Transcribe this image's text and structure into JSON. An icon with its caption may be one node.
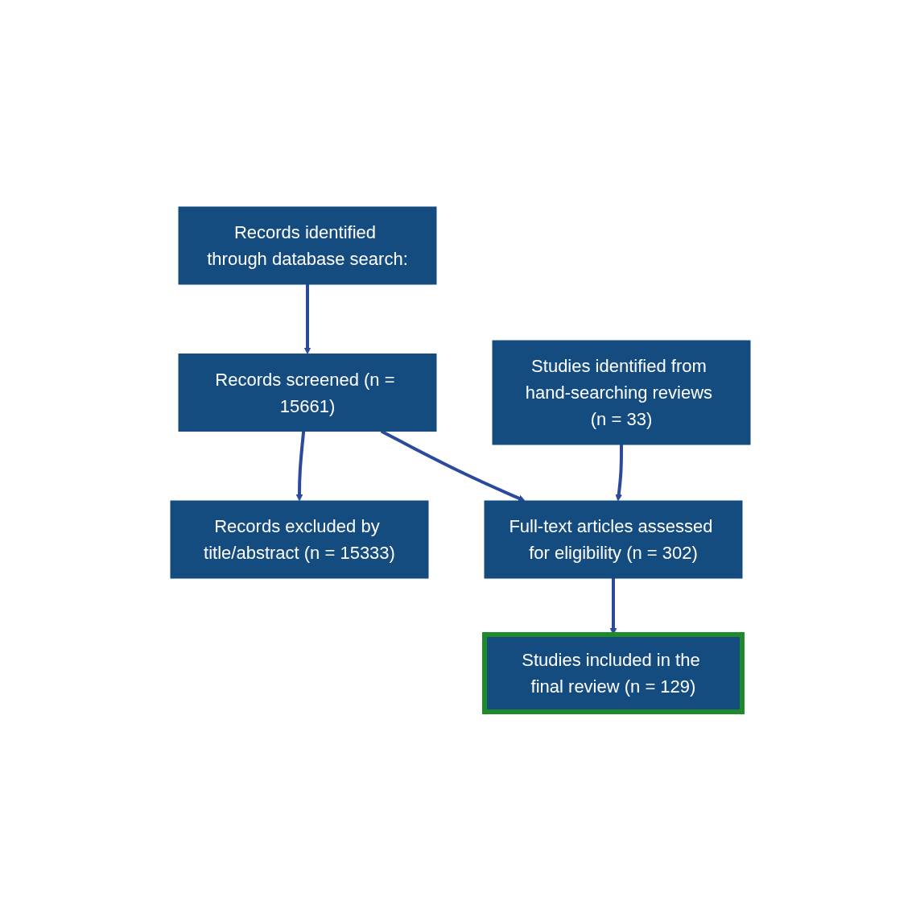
{
  "diagram": {
    "nodes": [
      {
        "text": [
          "Records identified through database search:"
        ]
      },
      {
        "text": [
          "Records excluded by title/abstract (n = 15333)"
        ]
      },
      {
        "text": [
          "Records screened (n = 15661)"
        ]
      },
      {
        "text": [
          "Studies identified from hand-searching reviews (n = 33)"
        ]
      },
      {
        "text": [
          "Full-text articles assessed for eligibility (n = 302)"
        ]
      },
      {
        "text": [
          "Studies included in the final review (n = 129)"
        ]
      }
    ],
    "edges": [
      {
        "from": 0,
        "to": 2,
        "arrow": "to"
      },
      {
        "from": 2,
        "to": 1,
        "arrow": "to"
      },
      {
        "from": 2,
        "to": 4,
        "arrow": "to"
      },
      {
        "from": 3,
        "to": 4,
        "arrow": "to"
      },
      {
        "from": 4,
        "to": 5,
        "arrow": "to"
      }
    ]
  }
}
